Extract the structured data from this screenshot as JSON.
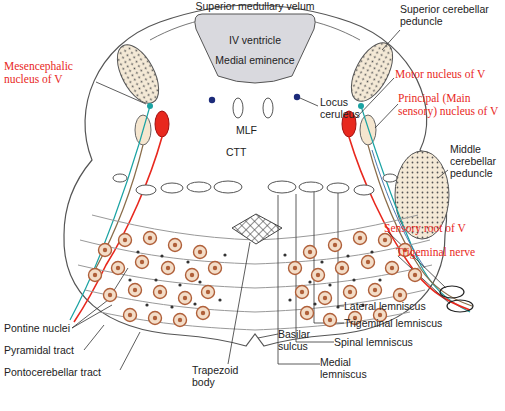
{
  "diagram": {
    "nodes": [
      {
        "text": [
          "IV ventricle",
          "Medial eminence"
        ]
      }
    ],
    "labels": [
      "Superior medullary velum",
      "Superior cerebellar peduncle",
      "Mesencephalic nucleus of V",
      "Motor nucleus of V",
      "Principal (Main sensory) nucleus of V",
      "MLF",
      "Locus ceruleus",
      "CTT",
      "Middle cerebellar peduncle",
      "Sensory root of V",
      "Trigeminal nerve",
      "Pontine nuclei",
      "Pyramidal tract",
      "Pontocerebellar tract",
      "Trapezoid body",
      "Basilar sulcus",
      "Lateral lemniscus",
      "Trigeminal lemniscus",
      "Spinal lemniscus",
      "Medial lemniscus"
    ]
  }
}
